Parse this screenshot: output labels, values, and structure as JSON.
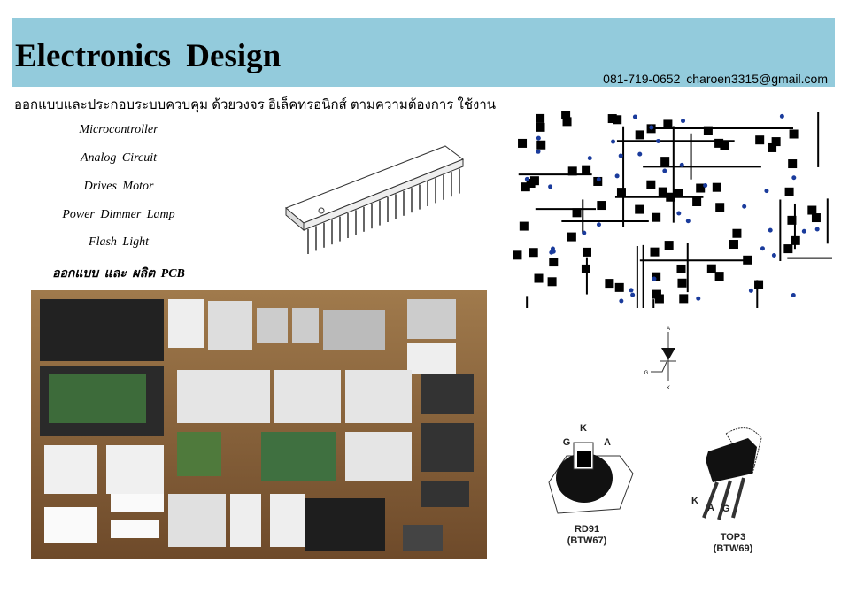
{
  "header": {
    "title": "Electronics  Design",
    "contact": "081-719-0652  charoen3315@gmail.com",
    "bg_color": "#93cbdc"
  },
  "tagline": "ออกแบบและประกอบระบบควบคุม ด้วยวงจร อิเล็คทรอนิกส์ ตามความต้องการ ใช้งาน",
  "services": [
    "Microcontroller",
    "Analog Circuit",
    "Drives  Motor",
    "Power  Dimmer  Lamp",
    "Flash  Light"
  ],
  "pcb_service": {
    "thai": "ออกแบบ และ ผลิต ",
    "en": "PCB"
  },
  "diagrams": {
    "symbol_pins": {
      "a": "A",
      "g": "G",
      "k": "K"
    },
    "rd91": {
      "name": "RD91",
      "code": "(BTW67)",
      "pins": [
        "G",
        "K",
        "A"
      ]
    },
    "top3": {
      "name": "TOP3",
      "code": "(BTW69)",
      "pins": [
        "K",
        "A",
        "G"
      ]
    }
  }
}
